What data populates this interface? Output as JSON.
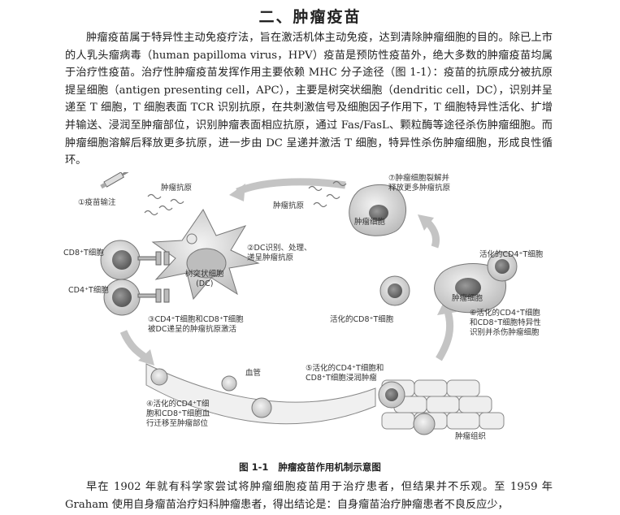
{
  "section_title": "二、肿瘤疫苗",
  "paragraph_1": "肿瘤疫苗属于特异性主动免疫疗法，旨在激活机体主动免疫，达到清除肿瘤细胞的目的。除已上市的人乳头瘤病毒（human papilloma virus，HPV）疫苗是预防性疫苗外，绝大多数的肿瘤疫苗均属于治疗性疫苗。治疗性肿瘤疫苗发挥作用主要依赖 MHC 分子途径（图 1-1）：疫苗的抗原成分被抗原提呈细胞（antigen presenting cell，APC），主要是树突状细胞（dendritic cell，DC），识别并呈递至 T 细胞，T 细胞表面 TCR 识别抗原，在共刺激信号及细胞因子作用下，T 细胞特异性活化、扩增并输送、浸润至肿瘤部位，识别肿瘤表面相应抗原，通过 Fas/FasL、颗粒酶等途径杀伤肿瘤细胞。而肿瘤细胞溶解后释放更多抗原，进一步由 DC 呈递并激活 T 细胞，特异性杀伤肿瘤细胞，形成良性循环。",
  "figure": {
    "labels": {
      "vaccine_injection": "①疫苗输注",
      "tumor_antigen_1": "肿瘤抗原",
      "cd8_t_cell": "CD8⁺T细胞",
      "cd4_t_cell": "CD4⁺T细胞",
      "dc_cell": "树突状细胞\n(DC)",
      "step2": "②DC识别、处理、\n递呈肿瘤抗原",
      "step3": "③CD4⁺T细胞和CD8⁺T细胞\n被DC递呈的肿瘤抗原激活",
      "step4": "④活化的CD4⁺T细\n胞和CD8⁺T细胞血\n行迁移至肿瘤部位",
      "blood_vessel": "血管",
      "step5": "⑤活化的CD4⁺T细胞和\nCD8⁺T细胞浸润肿瘤",
      "tumor_tissue": "肿瘤组织",
      "step6": "⑥活化的CD4⁺T细胞\n和CD8⁺T细胞特异性\n识别并杀伤肿瘤细胞",
      "activated_cd8": "活化的CD8⁺T细胞",
      "activated_cd4": "活化的CD4⁺T细胞",
      "tumor_cell_1": "肿瘤细胞",
      "tumor_cell_2": "肿瘤细胞",
      "step7": "⑦肿瘤细胞裂解并\n释放更多肿瘤抗原",
      "tumor_antigen_2": "肿瘤抗原"
    },
    "caption_number": "图 1-1",
    "caption_text": "肿瘤疫苗作用机制示意图"
  },
  "paragraph_2": "早在 1902 年就有科学家尝试将肿瘤细胞疫苗用于治疗患者，但结果并不乐观。至 1959 年 Graham 使用自身瘤苗治疗妇科肿瘤患者，得出结论是：自身瘤苗治疗肿瘤患者不良反应少，"
}
